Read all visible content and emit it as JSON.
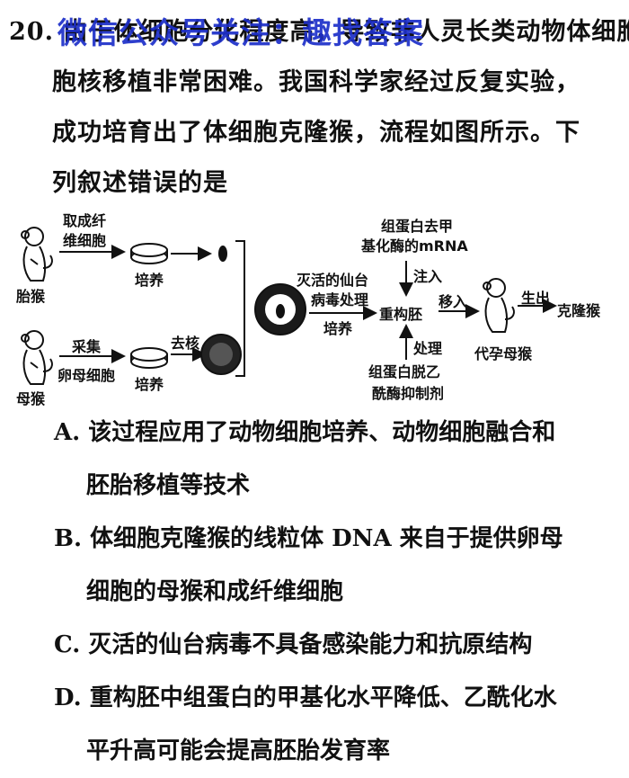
{
  "question": {
    "number": "20.",
    "lines": [
      "由于体细胞分化程度高，导致非人灵长类动物体细胞",
      "胞核移植非常困难。我国科学家经过反复实验，",
      "成功培育出了体细胞克隆猴，流程如图所示。下",
      "列叙述错误的是"
    ]
  },
  "watermark": {
    "text": "微信公众号关注：趣找答案",
    "color": "#1d2fc9"
  },
  "diagram": {
    "fetal_monkey": "胎猴",
    "mother_monkey": "母猴",
    "take_fibroblast_1": "取成纤",
    "take_fibroblast_2": "维细胞",
    "culture_top": "培养",
    "collect": "采集",
    "oocyte": "卵母细胞",
    "culture_bottom": "培养",
    "enucleate": "去核",
    "inactivated_virus_1": "灭活的仙台",
    "inactivated_virus_2": "病毒处理",
    "culture_mid": "培养",
    "reconstructed_embryo": "重构胚",
    "histone_demethylase_1": "组蛋白去甲",
    "histone_demethylase_2": "基化酶的mRNA",
    "inject": "注入",
    "treat": "处理",
    "histone_deacetylase_1": "组蛋白脱乙",
    "histone_deacetylase_2": "酰酶抑制剂",
    "transfer": "移入",
    "surrogate_mother": "代孕母猴",
    "birth": "生出",
    "cloned_monkey": "克隆猴"
  },
  "options": [
    {
      "key": "A",
      "line1": "A. 该过程应用了动物细胞培养、动物细胞融合和",
      "line2": "胚胎移植等技术"
    },
    {
      "key": "B",
      "line1": "B. 体细胞克隆猴的线粒体 DNA 来自于提供卵母",
      "line2": "细胞的母猴和成纤维细胞"
    },
    {
      "key": "C",
      "line1": "C. 灭活的仙台病毒不具备感染能力和抗原结构",
      "line2": ""
    },
    {
      "key": "D",
      "line1": "D. 重构胚中组蛋白的甲基化水平降低、乙酰化水",
      "line2": "平升高可能会提高胚胎发育率"
    }
  ]
}
